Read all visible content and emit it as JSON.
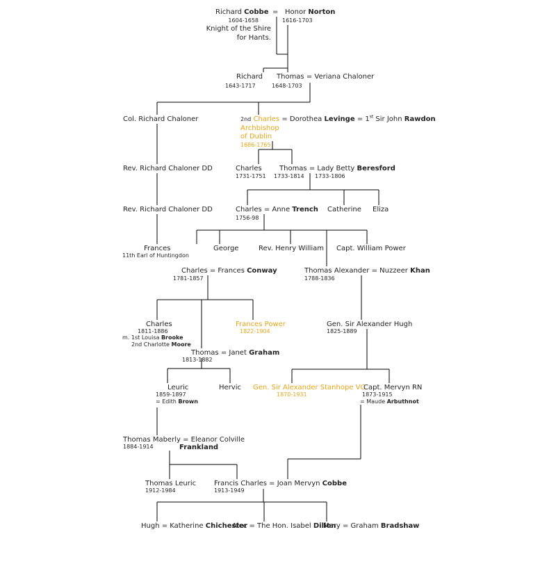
{
  "colors": {
    "line": "#000000",
    "text": "#222222",
    "highlight": "#e8a317"
  },
  "g1": {
    "richard_given": "Richard",
    "richard_surname": "Cobbe",
    "marriage_eq": "=",
    "honor_given": "Honor",
    "honor_surname": "Norton",
    "richard_dates": "1604-1658",
    "richard_title1": "Knight of the Shire",
    "richard_title2": "for Hants.",
    "honor_dates": "1616-1703"
  },
  "g2": {
    "richard_name": "Richard",
    "richard_dates": "1643-1717",
    "thomas_couple": "Thomas = Veriana Chaloner",
    "thomas_dates": "1648-1703"
  },
  "g3": {
    "col_richard": "Col. Richard Chaloner",
    "charles_ordinal_a": "2nd",
    "charles_name": "Charles",
    "charles_spouse_pre": "= Dorothea",
    "charles_spouse_surname": "Levinge",
    "spouse_ordinal": "= 1",
    "spouse_ordinal_sup": "st",
    "rawdon_given": "Sir John",
    "rawdon_surname": "Rawdon",
    "charles_title1": "Archbishop",
    "charles_title2": "of Dublin",
    "charles_dates": "1686-1765"
  },
  "g4": {
    "rev1": "Rev. Richard Chaloner DD",
    "charles": "Charles",
    "charles_dates": "1731-1751",
    "thomas_pre": "Thomas = Lady Betty",
    "thomas_surname": "Beresford",
    "thomas_dates": "1733-1814",
    "betty_dates": "1733-1806"
  },
  "g5": {
    "rev2": "Rev. Richard Chaloner DD",
    "charles_pre": "Charles = Anne",
    "charles_surname": "Trench",
    "charles_dates": "1756-98",
    "catherine": "Catherine",
    "eliza": "Eliza"
  },
  "g6": {
    "frances": "Frances",
    "frances_title": "11th Earl of Huntingdon",
    "george": "George",
    "henry": "Rev. Henry William",
    "william": "Capt. William Power"
  },
  "g7": {
    "charles_pre": "Charles = Frances",
    "charles_surname": "Conway",
    "charles_dates": "1781-1857",
    "thomas_pre": "Thomas Alexander = Nuzzeer",
    "thomas_surname": "Khan",
    "thomas_dates": "1788-1836"
  },
  "g8": {
    "charles": "Charles",
    "charles_dates": "1811-1886",
    "charles_m1_pre": "m. 1st Louisa",
    "charles_m1_surname": "Brooke",
    "charles_m2_pre": "2nd Charlotte",
    "charles_m2_surname": "Moore",
    "frances_power": "Frances Power",
    "frances_dates": "1822-1904",
    "gen_hugh": "Gen. Sir Alexander Hugh",
    "gen_hugh_dates": "1825-1889",
    "thomas_pre": "Thomas  =  Janet",
    "thomas_surname": "Graham",
    "thomas_dates": "1813-1882"
  },
  "g9": {
    "leuric": "Leuric",
    "leuric_dates": "1859-1897",
    "leuric_spouse_pre": "= Edith",
    "leuric_spouse_surname": "Brown",
    "hervic": "Hervic",
    "gen_stanhope": "Gen. Sir Alexander Stanhope VC",
    "gen_stanhope_dates": "1870-1931",
    "mervyn": "Capt. Mervyn RN",
    "mervyn_dates": "1873-1915",
    "mervyn_spouse_pre": "= Maude",
    "mervyn_spouse_surname": "Arbuthnot"
  },
  "g10": {
    "thomas_couple": "Thomas Maberly = Eleanor Colville",
    "thomas_dates": "1884-1914",
    "eleanor_surname": "Frankland"
  },
  "g11": {
    "thomas_leuric": "Thomas Leuric",
    "thomas_leuric_dates": "1912-1984",
    "francis_pre": "Francis Charles  =  Joan Mervyn",
    "francis_surname": "Cobbe",
    "francis_dates": "1913-1949"
  },
  "g12": {
    "hugh_pre": "Hugh = Katherine",
    "hugh_surname": "Chichester",
    "alec_pre": "Alec = The Hon. Isabel",
    "alec_surname": "Dillon",
    "mary_pre": "Mary = Graham",
    "mary_surname": "Bradshaw"
  }
}
